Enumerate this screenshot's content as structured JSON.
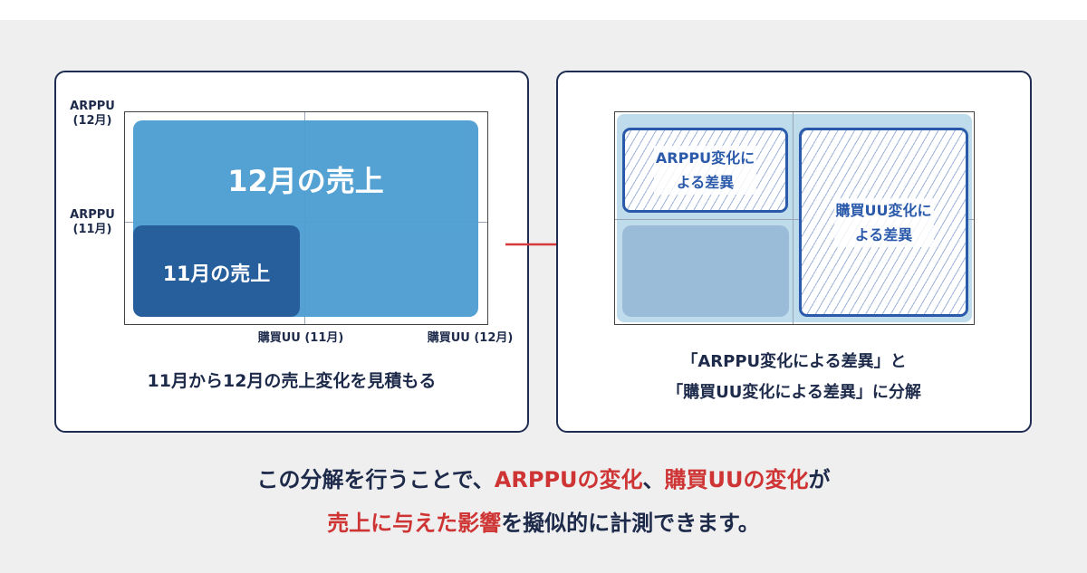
{
  "left_panel": {
    "y_label_dec": "ARPPU\n(12月)",
    "y_label_nov": "ARPPU\n(11月)",
    "x_label_nov": "購買UU (11月)",
    "x_label_dec": "購買UU (12月)",
    "dec_sales_label": "12月の売上",
    "nov_sales_label": "11月の売上",
    "caption": "11月から12月の売上変化を見積もる"
  },
  "right_panel": {
    "arppu_diff_label": "ARPPU変化に\nよる差異",
    "uu_diff_label": "購買UU変化に\nよる差異",
    "caption_line1": "「ARPPU変化による差異」と",
    "caption_line2": "「購買UU変化による差異」に分解"
  },
  "footer": {
    "line1_a": "この分解を行うことで、",
    "line1_b": "ARPPUの変化",
    "line1_c": "、",
    "line1_d": "購買UUの変化",
    "line1_e": "が",
    "line2_a": "売上に与えた影響",
    "line2_b": "を擬似的に計測できます。"
  },
  "colors": {
    "dec_sales": "#4f9ed2",
    "nov_sales": "#275f9d",
    "arrow": "#d63a3a",
    "accent_red": "#cf3434",
    "hatch_border": "#2b5aab"
  },
  "icons": {
    "arrow": "right-arrow-icon"
  }
}
